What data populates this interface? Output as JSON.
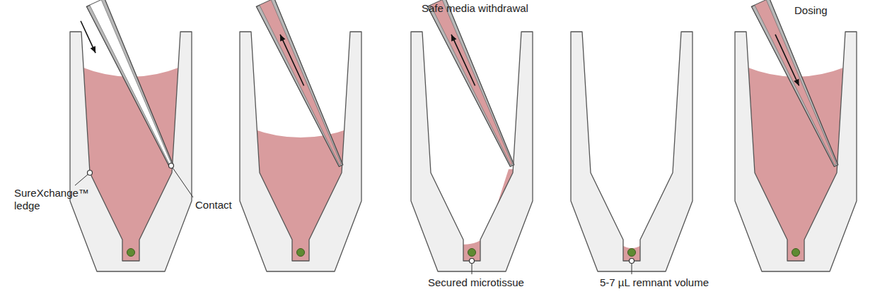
{
  "diagram": {
    "labels": [
      "Safe media withdrawal",
      "Dosing",
      "SureXchange™ ledge",
      "Contact",
      "Secured microtissue",
      "5-7 µL remnant volume"
    ]
  }
}
